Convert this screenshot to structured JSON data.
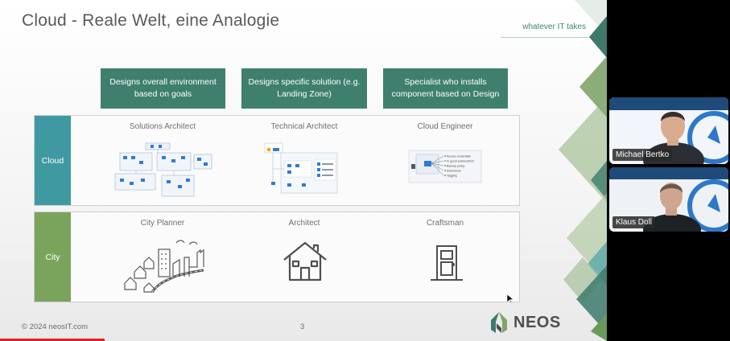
{
  "slide": {
    "title": "Cloud - Reale Welt, eine Analogie",
    "tagline": "whatever IT takes",
    "role_boxes": [
      "Designs overall environment based on goals",
      "Designs specific solution (e.g. Landing Zone)",
      "Specialist who installs component based on Design"
    ],
    "cloud_label": "Cloud",
    "city_label": "City",
    "cloud_roles": [
      "Solutions Architect",
      "Technical Architect",
      "Cloud Engineer"
    ],
    "city_roles": [
      "City Planner",
      "Architect",
      "Craftsman"
    ],
    "cloud_engineer_items": [
      "Access credentials",
      "In guest policies/DSC",
      "Backup policy",
      "Extensions",
      "Tagging"
    ],
    "footer_copyright": "© 2024 neosIT.com",
    "page_number": "3",
    "logo_text": "NEOS",
    "accent_color": "#3f7f6e",
    "cloud_label_color": "#3e9aa0",
    "city_label_color": "#7aa35c"
  },
  "participants": [
    {
      "name": "Michael Bertko"
    },
    {
      "name": "Klaus Doll"
    }
  ]
}
